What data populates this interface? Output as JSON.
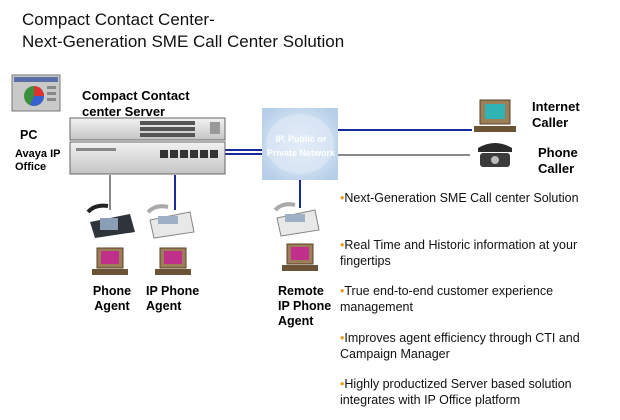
{
  "title": {
    "line1": "Compact Contact Center-",
    "line2": "Next-Generation SME Call Center Solution"
  },
  "labels": {
    "server": "Compact Contact center Server",
    "pc": "PC",
    "avaya": "Avaya IP Office",
    "network": "IP, Public or Private Network",
    "internet_caller": "Internet Caller",
    "phone_caller": "Phone Caller",
    "phone_agent": "Phone Agent",
    "ip_phone_agent": "IP Phone Agent",
    "remote_ip_phone_agent": "Remote IP Phone Agent"
  },
  "bullets": [
    "Next-Generation SME Call center Solution",
    "Real Time and Historic information at your fingertips",
    "True end-to-end customer experience management",
    "Improves agent efficiency through CTI and Campaign Manager",
    "Highly productized Server based solution integrates with IP Office platform"
  ],
  "colors": {
    "bullet_marker": "#e8a020",
    "link_blue": "#1a2a9a",
    "link_gray": "#8a8a8a",
    "cloud": "#c8dcf0"
  },
  "icons": [
    "monitor-icon",
    "telephone-icon",
    "ip-phone-icon",
    "server-rack-icon",
    "cloud-icon",
    "pie-chart-icon"
  ]
}
